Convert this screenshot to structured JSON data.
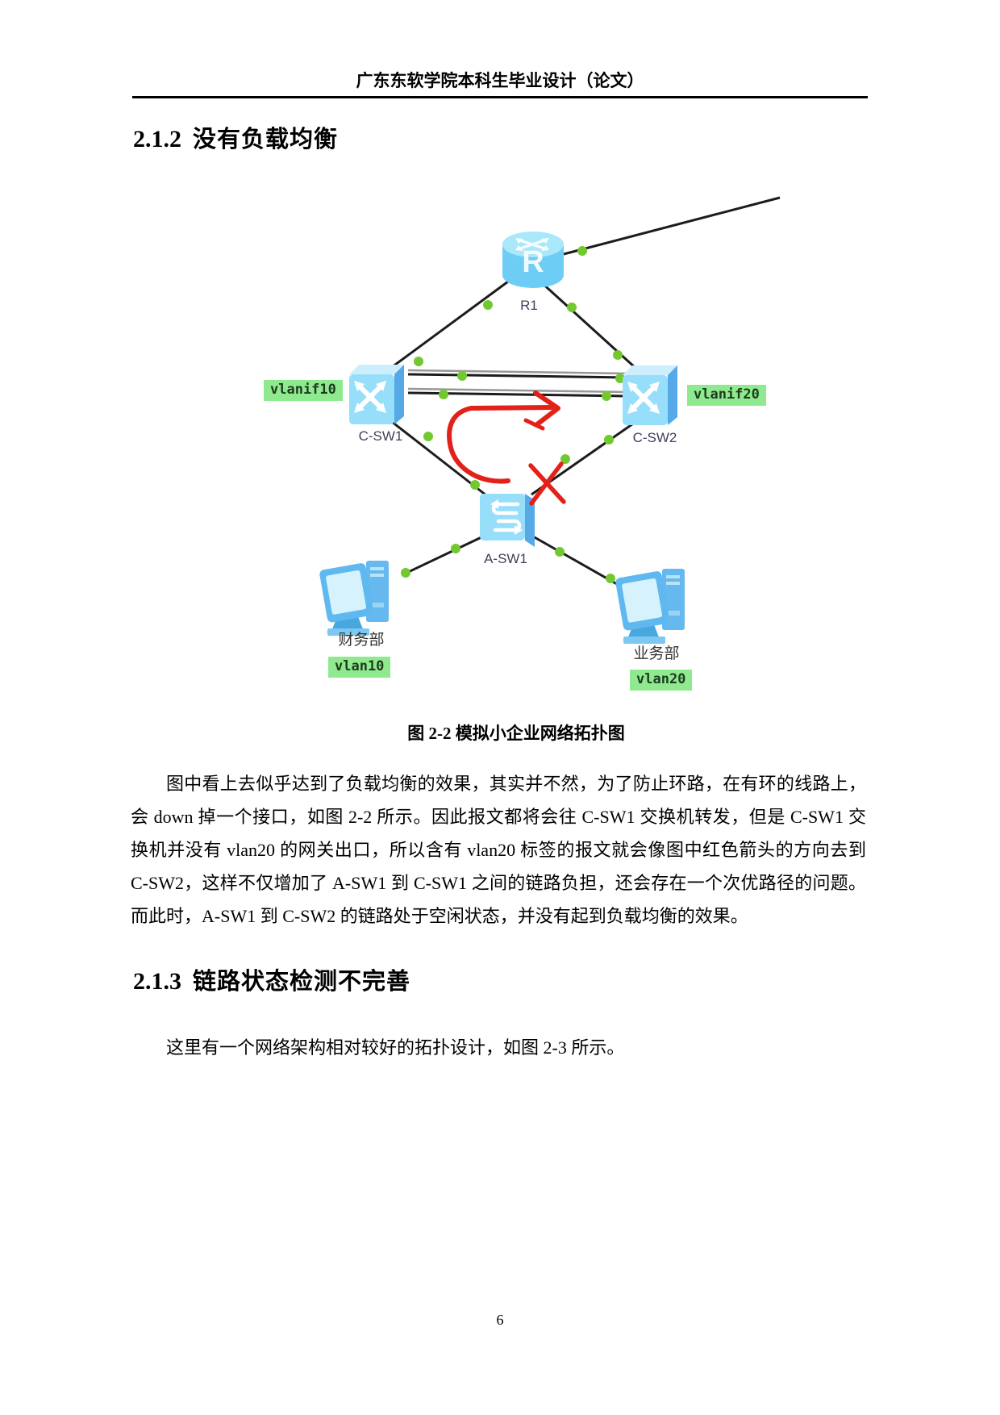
{
  "header": {
    "title": "广东东软学院本科生毕业设计（论文）"
  },
  "sections": {
    "s212": {
      "number": "2.1.2",
      "title": "没有负载均衡"
    },
    "s213": {
      "number": "2.1.3",
      "title": "链路状态检测不完善"
    }
  },
  "figure": {
    "caption": "图 2-2 模拟小企业网络拓扑图",
    "router_glyph": "R",
    "node_labels": {
      "router": "R1",
      "core_switch_1": "C-SW1",
      "core_switch_2": "C-SW2",
      "access_switch": "A-SW1",
      "pc_finance": "财务部",
      "pc_business": "业务部"
    },
    "vlan_tags": {
      "vlanif10": "vlanif10",
      "vlanif20": "vlanif20",
      "vlan10": "vlan10",
      "vlan20": "vlan20"
    },
    "colors": {
      "tag_background": "#8fe98f",
      "link_dot_green": "#72c92f",
      "node_blue": "#97defa",
      "annotation_red": "#e32119",
      "link_black": "#1c1c1c"
    }
  },
  "paragraphs": {
    "p1": "图中看上去似乎达到了负载均衡的效果，其实并不然，为了防止环路，在有环的线路上，会 down 掉一个接口，如图 2-2 所示。因此报文都将会往 C-SW1 交换机转发，但是 C-SW1 交换机并没有 vlan20 的网关出口，所以含有 vlan20 标签的报文就会像图中红色箭头的方向去到 C-SW2，这样不仅增加了 A-SW1 到 C-SW1 之间的链路负担，还会存在一个次优路径的问题。而此时，A-SW1 到 C-SW2 的链路处于空闲状态，并没有起到负载均衡的效果。",
    "p2": "这里有一个网络架构相对较好的拓扑设计，如图 2-3 所示。"
  },
  "footer": {
    "page_number": "6"
  }
}
